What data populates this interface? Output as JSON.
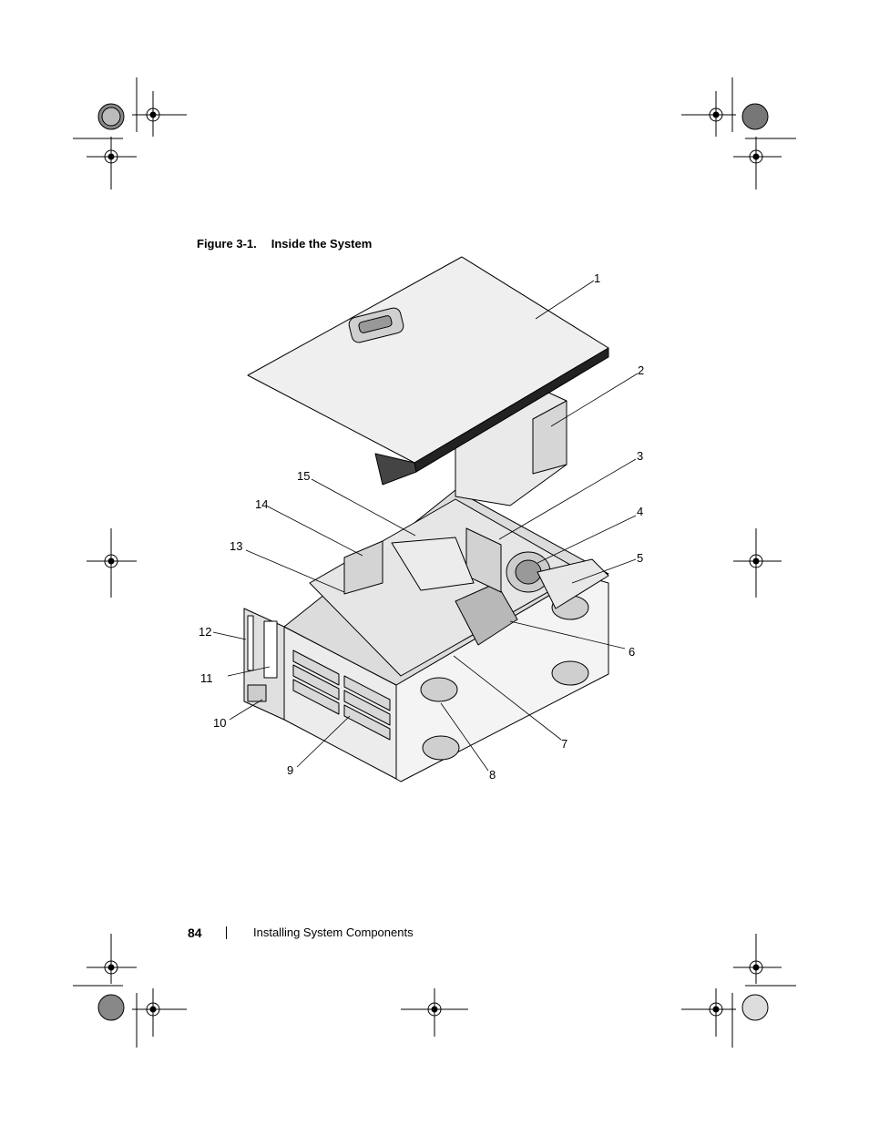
{
  "figure": {
    "number": "Figure 3-1.",
    "title": "Inside the System",
    "callouts": [
      "1",
      "2",
      "3",
      "4",
      "5",
      "6",
      "7",
      "8",
      "9",
      "10",
      "11",
      "12",
      "13",
      "14",
      "15"
    ]
  },
  "footer": {
    "page_number": "84",
    "section": "Installing System Components"
  },
  "colors": {
    "ink": "#000000",
    "chassis": "#f2f2f2",
    "shadow": "#c8c8c8"
  },
  "icons": [
    "registration-mark-icon",
    "color-bar-icon"
  ]
}
